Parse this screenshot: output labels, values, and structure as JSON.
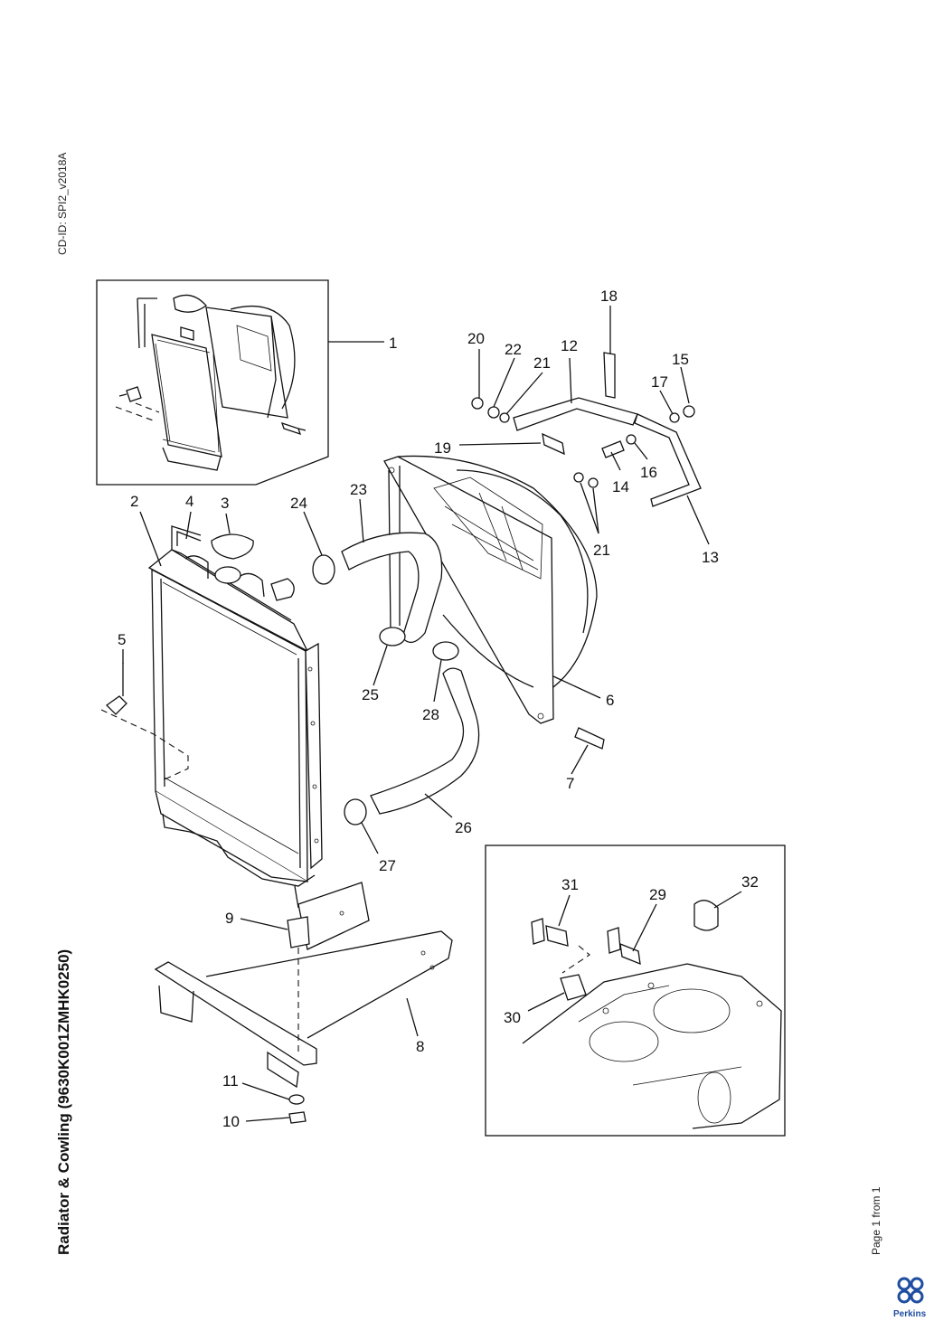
{
  "sidebar": {
    "cd_id": "CD-ID: SPI2_v2018A",
    "title": "Radiator & Cowling (9630K001ZMHK0250)",
    "page": "Page 1 from 1"
  },
  "brand": {
    "name": "Perkins",
    "color": "#1f4ea0"
  },
  "callouts": [
    "1",
    "2",
    "3",
    "4",
    "5",
    "6",
    "7",
    "8",
    "9",
    "10",
    "11",
    "12",
    "13",
    "14",
    "15",
    "16",
    "17",
    "18",
    "19",
    "20",
    "21",
    "22",
    "23",
    "24",
    "25",
    "26",
    "27",
    "28",
    "29",
    "30",
    "31",
    "32"
  ],
  "callout_21_secondary": "21"
}
